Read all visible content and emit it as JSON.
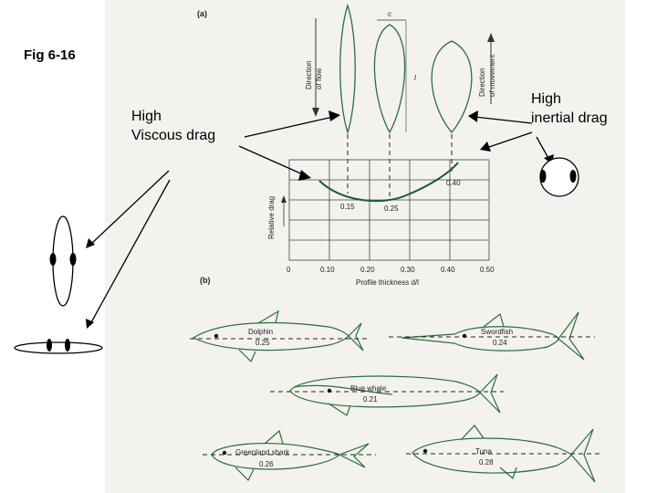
{
  "fig_label": "Fig 6-16",
  "annotations": {
    "viscous_line1": "High",
    "viscous_line2": "Viscous drag",
    "inertial_line1": "High",
    "inertial_line2": "inertial drag"
  },
  "panel_a": {
    "label": "(a)",
    "direction_of_flow": [
      "Direction",
      "of flow"
    ],
    "direction_of_movement": [
      "Direction",
      "of movement"
    ],
    "c_label": "c",
    "l_label": "l"
  },
  "plot": {
    "ylabel": "Relative drag",
    "xlabel": "Profile thickness d/l",
    "x_ticks": [
      "0",
      "0.10",
      "0.20",
      "0.30",
      "0.40",
      "0.50"
    ],
    "point_labels": [
      "0.15",
      "0.25",
      "0.40"
    ]
  },
  "panel_b": {
    "label": "(b)",
    "animals": [
      {
        "name": "Dolphin",
        "ratio": "0.25"
      },
      {
        "name": "Swordfish",
        "ratio": "0.24"
      },
      {
        "name": "Blue whale",
        "ratio": "0.21"
      },
      {
        "name": "Greenland shark",
        "ratio": "0.26"
      },
      {
        "name": "Tuna",
        "ratio": "0.28"
      }
    ]
  }
}
